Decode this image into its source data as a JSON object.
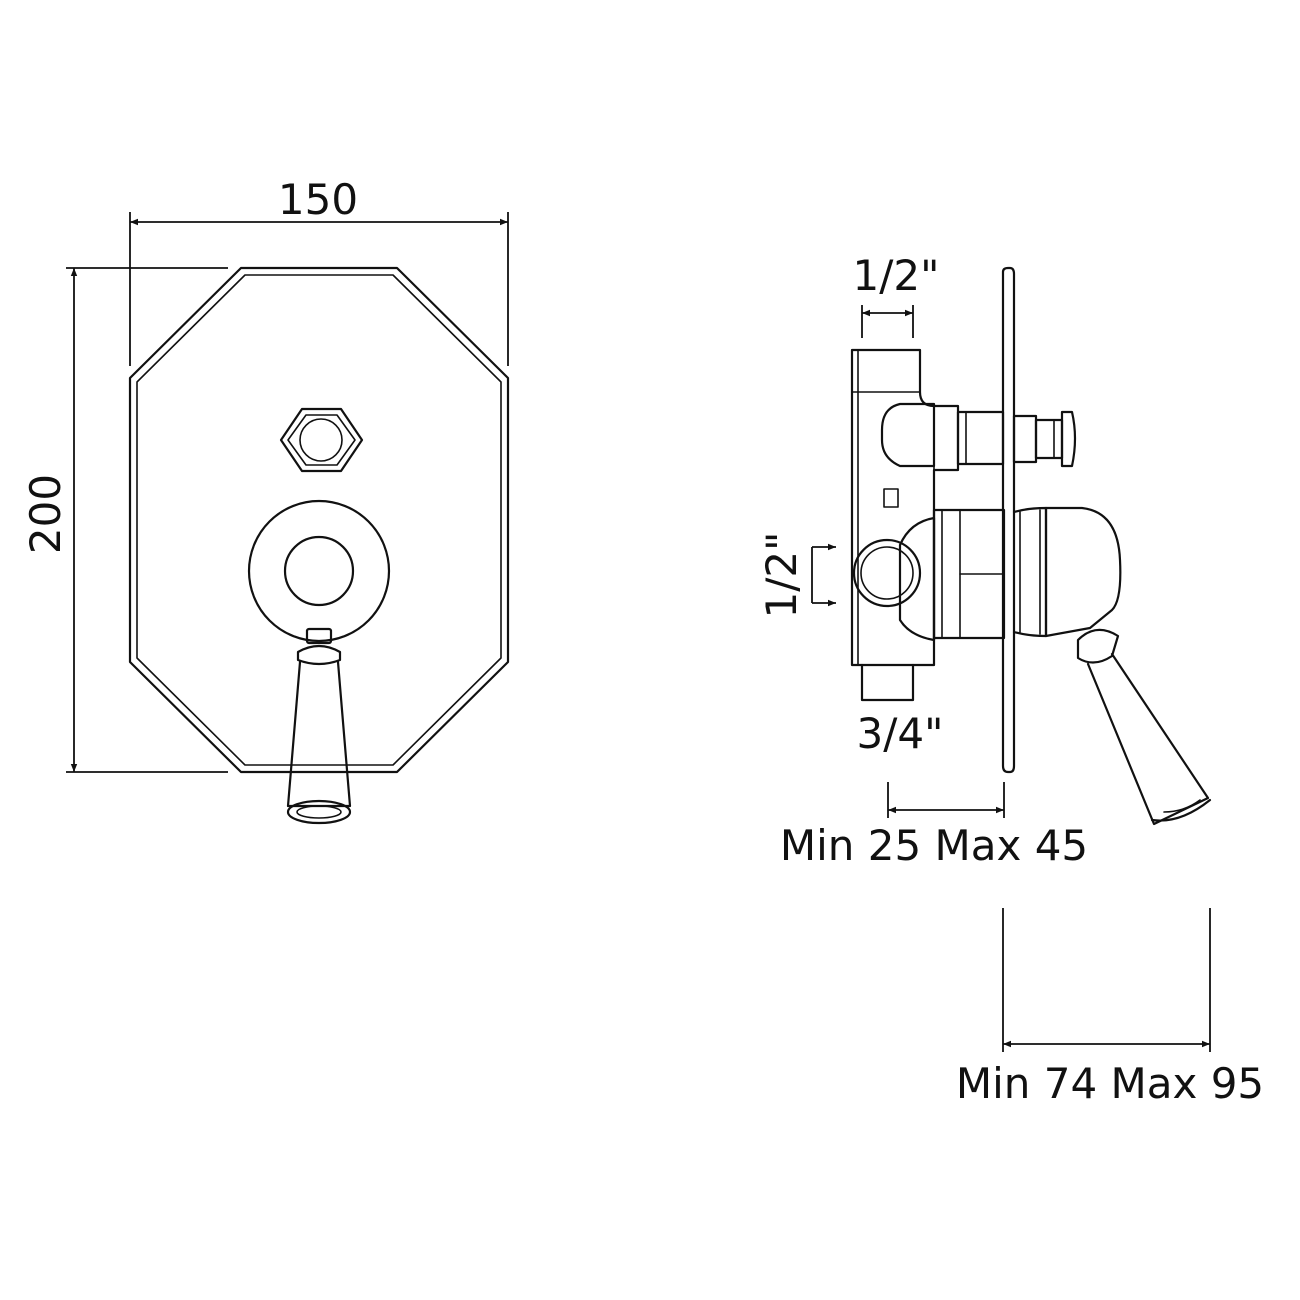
{
  "front_view": {
    "width_label": "150",
    "height_label": "200"
  },
  "side_view": {
    "top_inlet_label": "1/2\"",
    "side_inlet_label": "1/2\"",
    "bottom_outlet_label": "3/4\"",
    "wall_depth_label": "Min 25 Max 45",
    "projection_label": "Min 74 Max 95"
  }
}
